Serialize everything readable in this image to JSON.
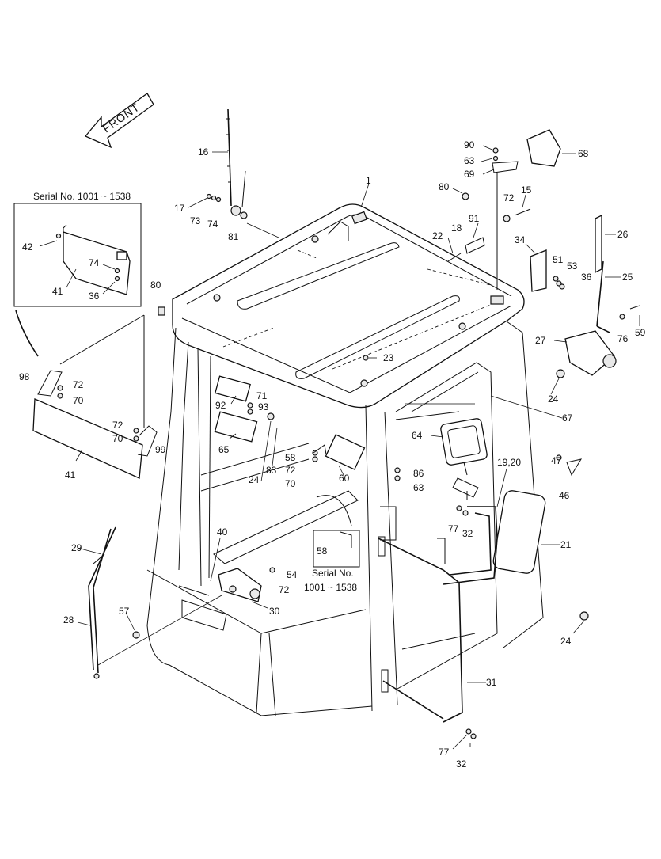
{
  "front_arrow_text": "FRONT",
  "serial_top": "Serial No. 1001 ~ 1538",
  "serial_inset_line1": "Serial No.",
  "serial_inset_line2": "1001 ~ 1538",
  "labels": {
    "p1": "1",
    "p15": "15",
    "p16": "16",
    "p17": "17",
    "p18": "18",
    "p1920": "19,20",
    "p21": "21",
    "p22": "22",
    "p23": "23",
    "p24a": "24",
    "p24b": "24",
    "p24c": "24",
    "p25": "25",
    "p26": "26",
    "p27": "27",
    "p28": "28",
    "p29": "29",
    "p30": "30",
    "p31": "31",
    "p32a": "32",
    "p32b": "32",
    "p34": "34",
    "p36a": "36",
    "p36b": "36",
    "p40": "40",
    "p41a": "41",
    "p41b": "41",
    "p42": "42",
    "p46": "46",
    "p47": "47",
    "p51": "51",
    "p53": "53",
    "p54": "54",
    "p57": "57",
    "p58a": "58",
    "p58b": "58",
    "p59": "59",
    "p60": "60",
    "p63a": "63",
    "p63b": "63",
    "p64": "64",
    "p65": "65",
    "p67": "67",
    "p68": "68",
    "p69": "69",
    "p70a": "70",
    "p70b": "70",
    "p70c": "70",
    "p71": "71",
    "p72a": "72",
    "p72b": "72",
    "p72c": "72",
    "p72d": "72",
    "p72e": "72",
    "p73": "73",
    "p74a": "74",
    "p74b": "74",
    "p76": "76",
    "p77a": "77",
    "p77b": "77",
    "p80a": "80",
    "p80b": "80",
    "p81": "81",
    "p83": "83",
    "p86": "86",
    "p90": "90",
    "p91": "91",
    "p92": "92",
    "p93": "93",
    "p98": "98",
    "p99": "99"
  }
}
